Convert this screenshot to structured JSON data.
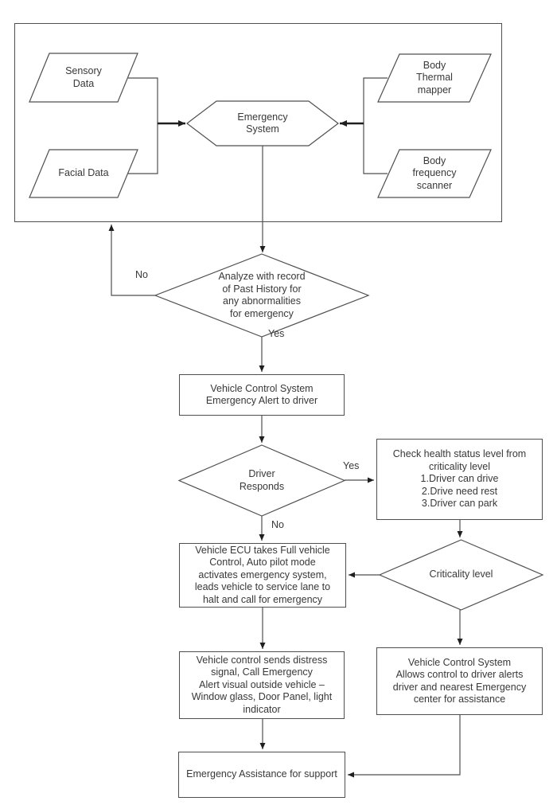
{
  "colors": {
    "stroke": "#4f4f4f",
    "ink": "#383838",
    "arrow": "#1f1f1f",
    "background": "#ffffff"
  },
  "nodes": {
    "sensory": "Sensory\nData",
    "facial": "Facial Data",
    "thermal": "Body\nThermal\nmapper",
    "frequency": "Body\nfrequency\nscanner",
    "emergency_system": "Emergency\nSystem",
    "analyze": "Analyze with record\nof Past History for\nany abnormalities\nfor emergency",
    "vcs_alert": "Vehicle Control System\nEmergency Alert to driver",
    "driver_responds": "Driver\nResponds",
    "check_health": "Check health status level from\ncriticality level\n1.Driver can drive\n2.Drive need rest\n3.Driver can park",
    "ecu": "Vehicle ECU takes Full vehicle\nControl, Auto pilot mode\nactivates emergency system,\nleads vehicle to service lane to\nhalt and call for emergency",
    "criticality": "Criticality level",
    "distress": "Vehicle control sends distress\nsignal, Call Emergency\nAlert visual outside vehicle –\nWindow glass, Door Panel, light\nindicator",
    "vcs_allows": "Vehicle Control System\nAllows control to driver alerts\ndriver and nearest Emergency\ncenter for assistance",
    "assistance": "Emergency Assistance for support"
  },
  "edge_labels": {
    "analyze_no": "No",
    "analyze_yes": "Yes",
    "responds_yes": "Yes",
    "responds_no": "No"
  }
}
